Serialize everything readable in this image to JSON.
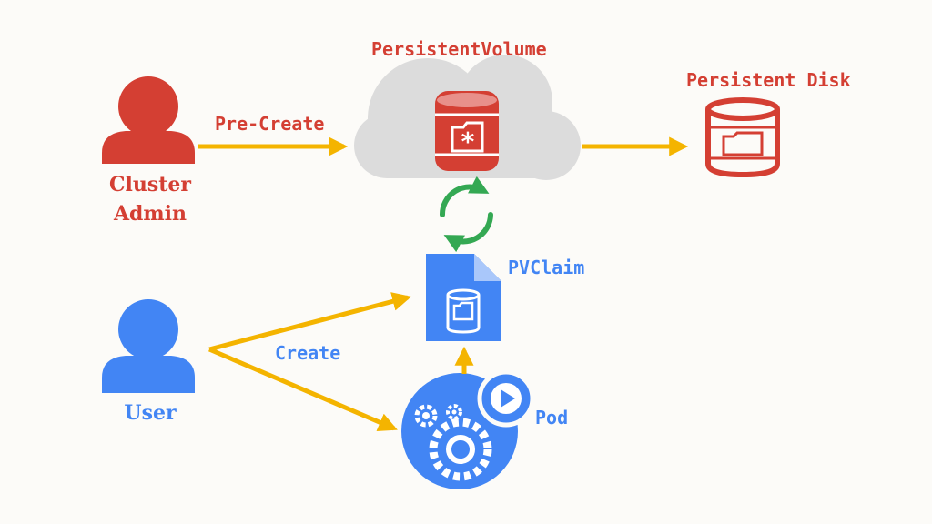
{
  "colors": {
    "red": "#d43f33",
    "blue": "#4285f4",
    "arrow": "#f4b400",
    "cloud": "#dcdcdc",
    "recycle": "#34a853",
    "background": "#fcfbf8"
  },
  "actors": {
    "admin": {
      "line1": "Cluster",
      "line2": "Admin"
    },
    "user": {
      "label": "User"
    }
  },
  "nodes": {
    "persistent_volume": "PersistentVolume",
    "persistent_disk": "Persistent Disk",
    "pvclaim": "PVClaim",
    "pod": "Pod"
  },
  "edges": {
    "pre_create": "Pre-Create",
    "create": "Create"
  }
}
